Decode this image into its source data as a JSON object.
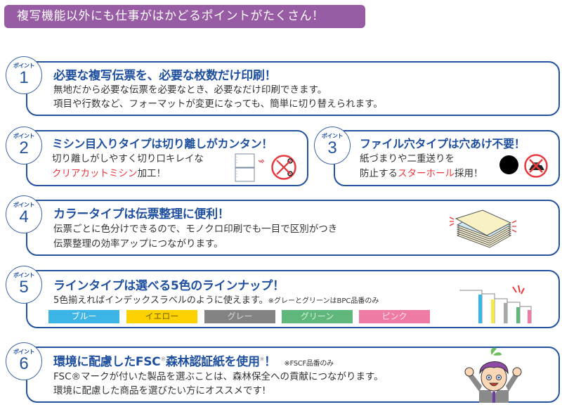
{
  "banner": {
    "text": "複写機能以外にも仕事がはかどるポイントがたくさん！",
    "color": "#985ca4"
  },
  "badge_label": "ポイント",
  "points": [
    {
      "number": "1",
      "title": "必要な複写伝票を、必要な枚数だけ印刷！",
      "lines": [
        "無地だから必要な伝票を必要なとき、必要なだけ印刷できます。",
        "項目や行数など、フォーマットが変更になっても、簡単に切り替えられます。"
      ]
    },
    {
      "number": "2",
      "title": "ミシン目入りタイプは切り離しがカンタン！",
      "line1": "切り離しがしやすく切り口キレイな",
      "line2_highlight": "クリアカットミシン",
      "line2_rest": "加工！"
    },
    {
      "number": "3",
      "title": "ファイル穴タイプは穴あけ不要！",
      "line1": "紙づまりや二重送りを",
      "line2_pre": "防止する",
      "line2_highlight": "スターホール",
      "line2_rest": "採用！"
    },
    {
      "number": "4",
      "title": "カラータイプは伝票整理に便利！",
      "lines": [
        "伝票ごとに色分けできるので、モノクロ印刷でも一目で区別がつき",
        "伝票整理の効率アップにつながります。"
      ]
    },
    {
      "number": "5",
      "title": "ラインタイプは選べる5色のラインナップ！",
      "line": "5色揃えればインデックスラベルのように使えます。",
      "note": "※グレーとグリーンはBPC品番のみ",
      "colors": [
        {
          "label": "ブルー",
          "hex": "#3cb4e6"
        },
        {
          "label": "イエロー",
          "hex": "#fcd200"
        },
        {
          "label": "グレー",
          "hex": "#838383"
        },
        {
          "label": "グリーン",
          "hex": "#5fb77c"
        },
        {
          "label": "ピンク",
          "hex": "#ee7ba6"
        }
      ]
    },
    {
      "number": "6",
      "title_main": "環境に配慮したFSC",
      "title_reg": "®",
      "title_rest": "森林認証紙を使用",
      "title_mark": "※",
      "title_end": "！",
      "note": "※FSCF品番のみ",
      "lines": [
        "FSC®マークが付いた製品を選ぶことは、森林保全への貢献につながります。",
        "環境に配慮した商品を選びたい方にオススメです!"
      ]
    }
  ],
  "colors": {
    "border": "#23539f",
    "title": "#1f4f9f",
    "highlight": "#e8383d"
  }
}
